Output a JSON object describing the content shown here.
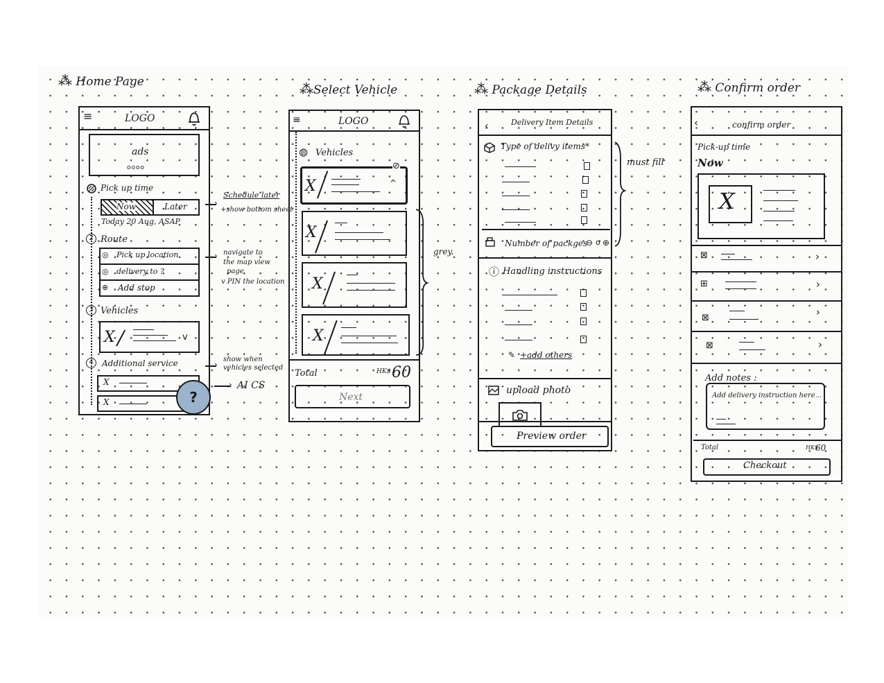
{
  "home": {
    "title": "Home Page",
    "logo": "LOGO",
    "ads": "ads",
    "ads_dots": "oooo",
    "pickup_time": "Pick up time",
    "now": "Now",
    "later": "Later",
    "date": "Today 20 Aug, ASAP",
    "route": "Route",
    "route_num": "2",
    "pickup_location": "Pick up location",
    "delivery_to": "delivery to ?",
    "add_stop": "Add stop",
    "vehicles": "Vehicles",
    "vehicles_num": "3",
    "additional_service": "Additional service",
    "additional_num": "4",
    "x": "X",
    "help": "?"
  },
  "annotations": {
    "schedule_later": "Schedule later",
    "show_bottom_sheet": "+show bottom sheet",
    "navigate_1": "navigate to",
    "navigate_2": "the map view",
    "navigate_3": "page",
    "pin_location": "v PIN the location",
    "show_when_1": "show when",
    "show_when_2": "vehicles selected",
    "ai_cs": "AI CS",
    "grey": "grey.",
    "must_fill": "must fill"
  },
  "select_vehicle": {
    "title": "Select Vehicle",
    "logo": "LOGO",
    "vehicles": "Vehicles",
    "total": "Total",
    "currency": "HK$",
    "amount": "60",
    "next": "Next",
    "x": "X"
  },
  "package_details": {
    "title": "Package Details",
    "header": "Delivery Item Details",
    "type_items": "Type of delivy items*",
    "number_packages": "Number of packges",
    "handling": "Handling instructions",
    "add_others": "+add others",
    "upload_photo": "upload photo",
    "preview_order": "Preview order"
  },
  "confirm_order": {
    "title": "Confirm order",
    "header": "confirm order",
    "pickup_time": "Pick-up time",
    "now": "Now",
    "add_notes": "Add notes :",
    "notes_placeholder": "Add delivery instruction here...",
    "total": "Total",
    "currency": "HK$",
    "checkout": "Checkout",
    "x": "X"
  }
}
